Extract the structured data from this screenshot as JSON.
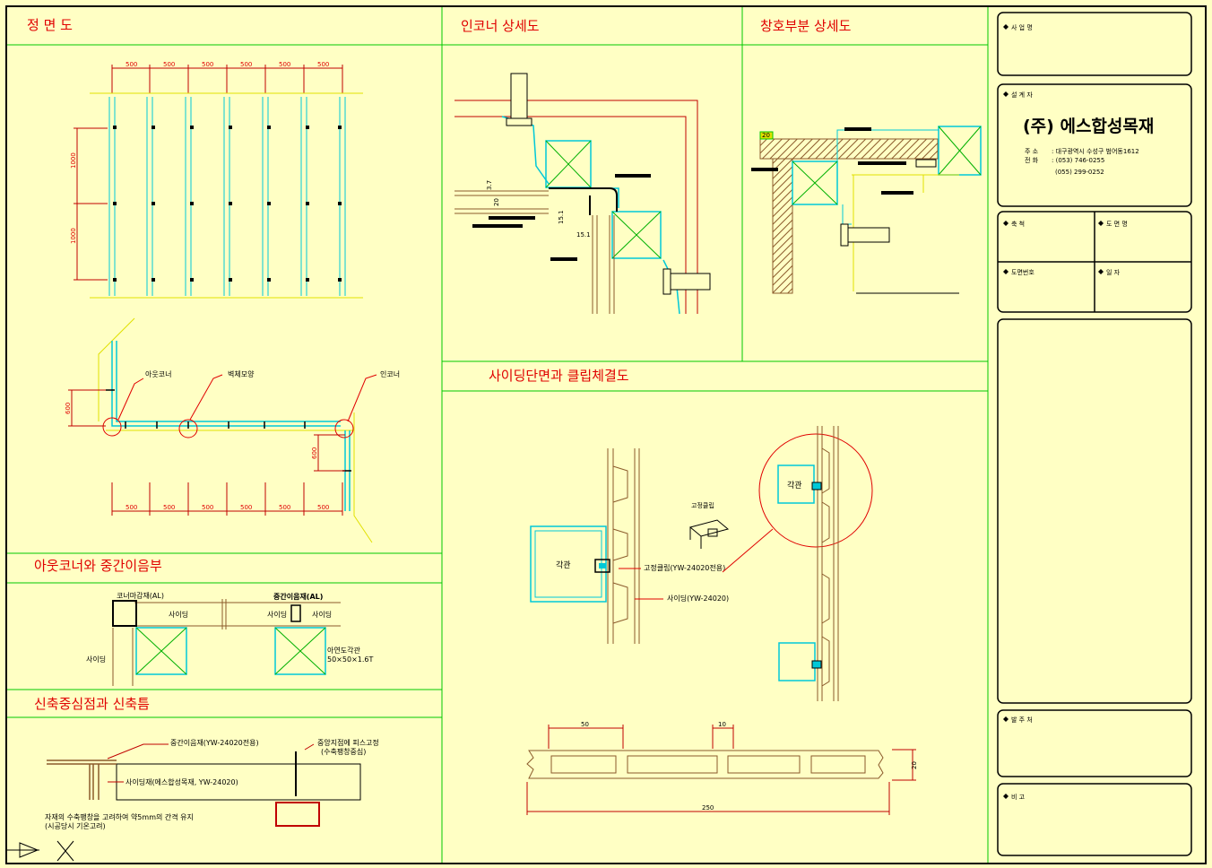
{
  "sections": {
    "front": "정 면 도",
    "inner_corner": "인코너 상세도",
    "window": "창호부분 상세도",
    "siding_clip": "사이딩단면과 클립체결도",
    "outcorner_mid": "아웃코너와 중간이음부",
    "expansion": "신축중심점과 신축틈"
  },
  "front_view": {
    "top_dims": [
      "500",
      "500",
      "500",
      "500",
      "500",
      "500"
    ],
    "side_dims": [
      "1000",
      "1000"
    ]
  },
  "plan_view": {
    "out_corner": "아웃코너",
    "wall_form": "벽체모양",
    "in_corner": "인코너",
    "left_dim": "600",
    "right_dim": "600",
    "bottom_dims": [
      "500",
      "500",
      "500",
      "500",
      "500",
      "500"
    ]
  },
  "inner_detail": {
    "dim_a": "3.7",
    "dim_b": "20",
    "dim_c": "15.1",
    "dim_d": "15.1"
  },
  "window_detail": {
    "dim": "20"
  },
  "clip_detail": {
    "clip_title": "고정클립",
    "square_pipe": "각관",
    "clip_label": "고정클립(YW-24020전용)",
    "siding_label": "사이딩(YW-24020)",
    "circle_label": "각관"
  },
  "section_dims": {
    "d50": "50",
    "d10": "10",
    "d20": "20",
    "d250": "250"
  },
  "outcorner_detail": {
    "corner_fin": "코너마감재(AL)",
    "joint": "중간이음재(AL)",
    "siding1": "사이딩",
    "siding2": "사이딩",
    "siding3": "사이딩",
    "siding4": "사이딩",
    "pipe": "아연도각관",
    "pipe_size": "50×50×1.6T"
  },
  "expansion_detail": {
    "joint_label": "중간이음재(YW-24020전용)",
    "screw_label": "중앙지점에 피스고정",
    "screw_note": "(수축팽창중심)",
    "siding_label": "사이딩재(에스합성목재, YW-24020)",
    "note1": "자재의 수축팽창을 고려하여 약5mm의 간격 유지",
    "note2": "(시공당시 기온고려)"
  },
  "title_block": {
    "project": "사 업 명",
    "designer": "설 계 자",
    "company": "(주) 에스합성목재",
    "addr_label": "주   소",
    "addr": ": 대구광역시 수성구 범어동1612",
    "tel_label": "전   화",
    "tel1": ": (053) 746-0255",
    "tel2": "(055) 299-0252",
    "scale": "축 척",
    "drawing_name": "도 면 명",
    "drawing_no": "도면번호",
    "date": "일 자",
    "client": "발 주 처",
    "remarks": "비 고"
  },
  "colors": {
    "frame": "#000000",
    "grid": "#00c800",
    "title": "#e00000",
    "cyan": "#00c8d8",
    "brown": "#8b5a2b",
    "dim": "#c00000"
  }
}
